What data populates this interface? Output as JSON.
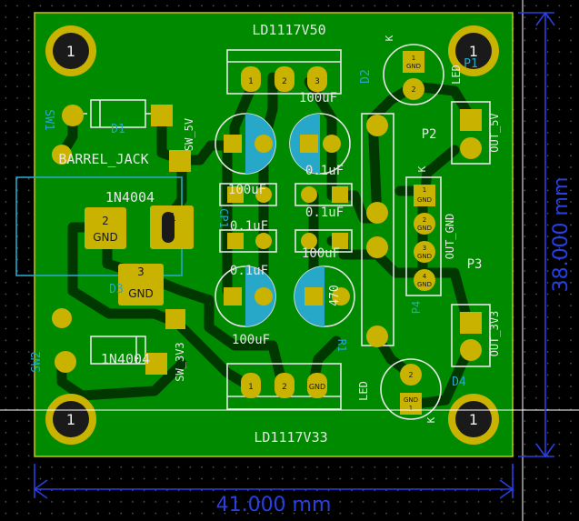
{
  "dimensions": {
    "width": "41.000 mm",
    "height": "38.000 mm"
  },
  "mounting_holes": [
    "1",
    "1",
    "1",
    "1"
  ],
  "labels": {
    "reg5": "LD1117V50",
    "reg33": "LD1117V33",
    "barrel": "BARREL_JACK",
    "diode_top": "1N4004",
    "diode_bot": "1N4004",
    "sw5": "SW_5V",
    "sw33": "SW_3V3",
    "sw1": "SW1",
    "sw2": "SW2",
    "d1": "D1",
    "d2": "D2",
    "d3": "D3",
    "d4": "D4",
    "cap100a": "100uF",
    "cap100b": "100uF",
    "cap100c": "100uF",
    "cap100d": "100uF",
    "cap01a": "0.1uF",
    "cap01b": "0.1uF",
    "cap01c": "0.1uF",
    "cap01d": "0.1uF",
    "c470": "470",
    "led_top": "LED",
    "led_bot": "LED",
    "k_top": "K",
    "k_bot": "K",
    "p1": "P1",
    "p2": "P2",
    "p3": "P3",
    "p4": "P4",
    "out5": "OUT_5V",
    "out33": "OUT_3V3",
    "outgnd": "OUT_GND",
    "cp1": "CP1",
    "r1": "R1",
    "gnd": "GND",
    "pin1": "1",
    "pin2": "2",
    "pin3": "3",
    "pin4": "4"
  }
}
